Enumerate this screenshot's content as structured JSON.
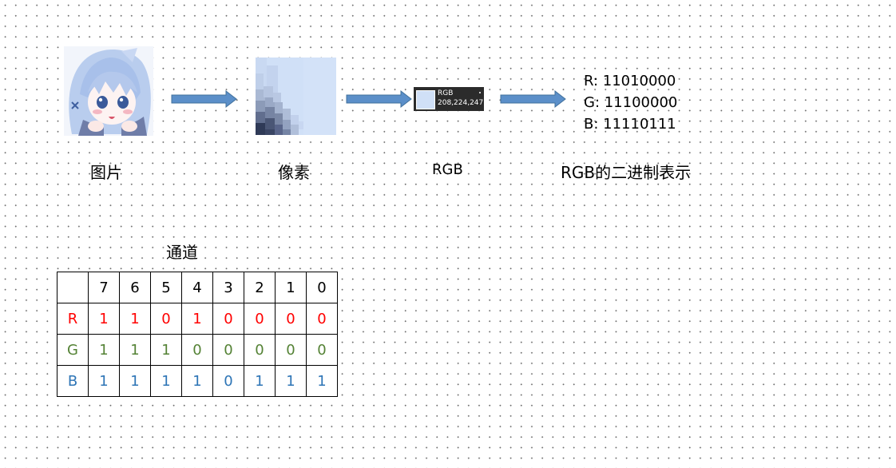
{
  "captions": {
    "image": "图片",
    "pixel": "像素",
    "rgb": "RGB",
    "binary": "RGB的二进制表示",
    "channel": "通道"
  },
  "color_picker": {
    "label": "RGB",
    "value": "208,224,247",
    "swatch_color": "#d0e0f7"
  },
  "binary": {
    "r": "R: 11010000",
    "g": "G: 11100000",
    "b": "B: 11110111"
  },
  "table": {
    "header": [
      "",
      "7",
      "6",
      "5",
      "4",
      "3",
      "2",
      "1",
      "0"
    ],
    "rows": [
      {
        "label": "R",
        "bits": [
          "1",
          "1",
          "0",
          "1",
          "0",
          "0",
          "0",
          "0"
        ]
      },
      {
        "label": "G",
        "bits": [
          "1",
          "1",
          "1",
          "0",
          "0",
          "0",
          "0",
          "0"
        ]
      },
      {
        "label": "B",
        "bits": [
          "1",
          "1",
          "1",
          "1",
          "0",
          "1",
          "1",
          "1"
        ]
      }
    ]
  },
  "colors": {
    "red": "#ff0000",
    "green": "#548235",
    "blue": "#2e75b6",
    "arrow_fill": "#5b8fc9",
    "arrow_stroke": "#41719c"
  }
}
